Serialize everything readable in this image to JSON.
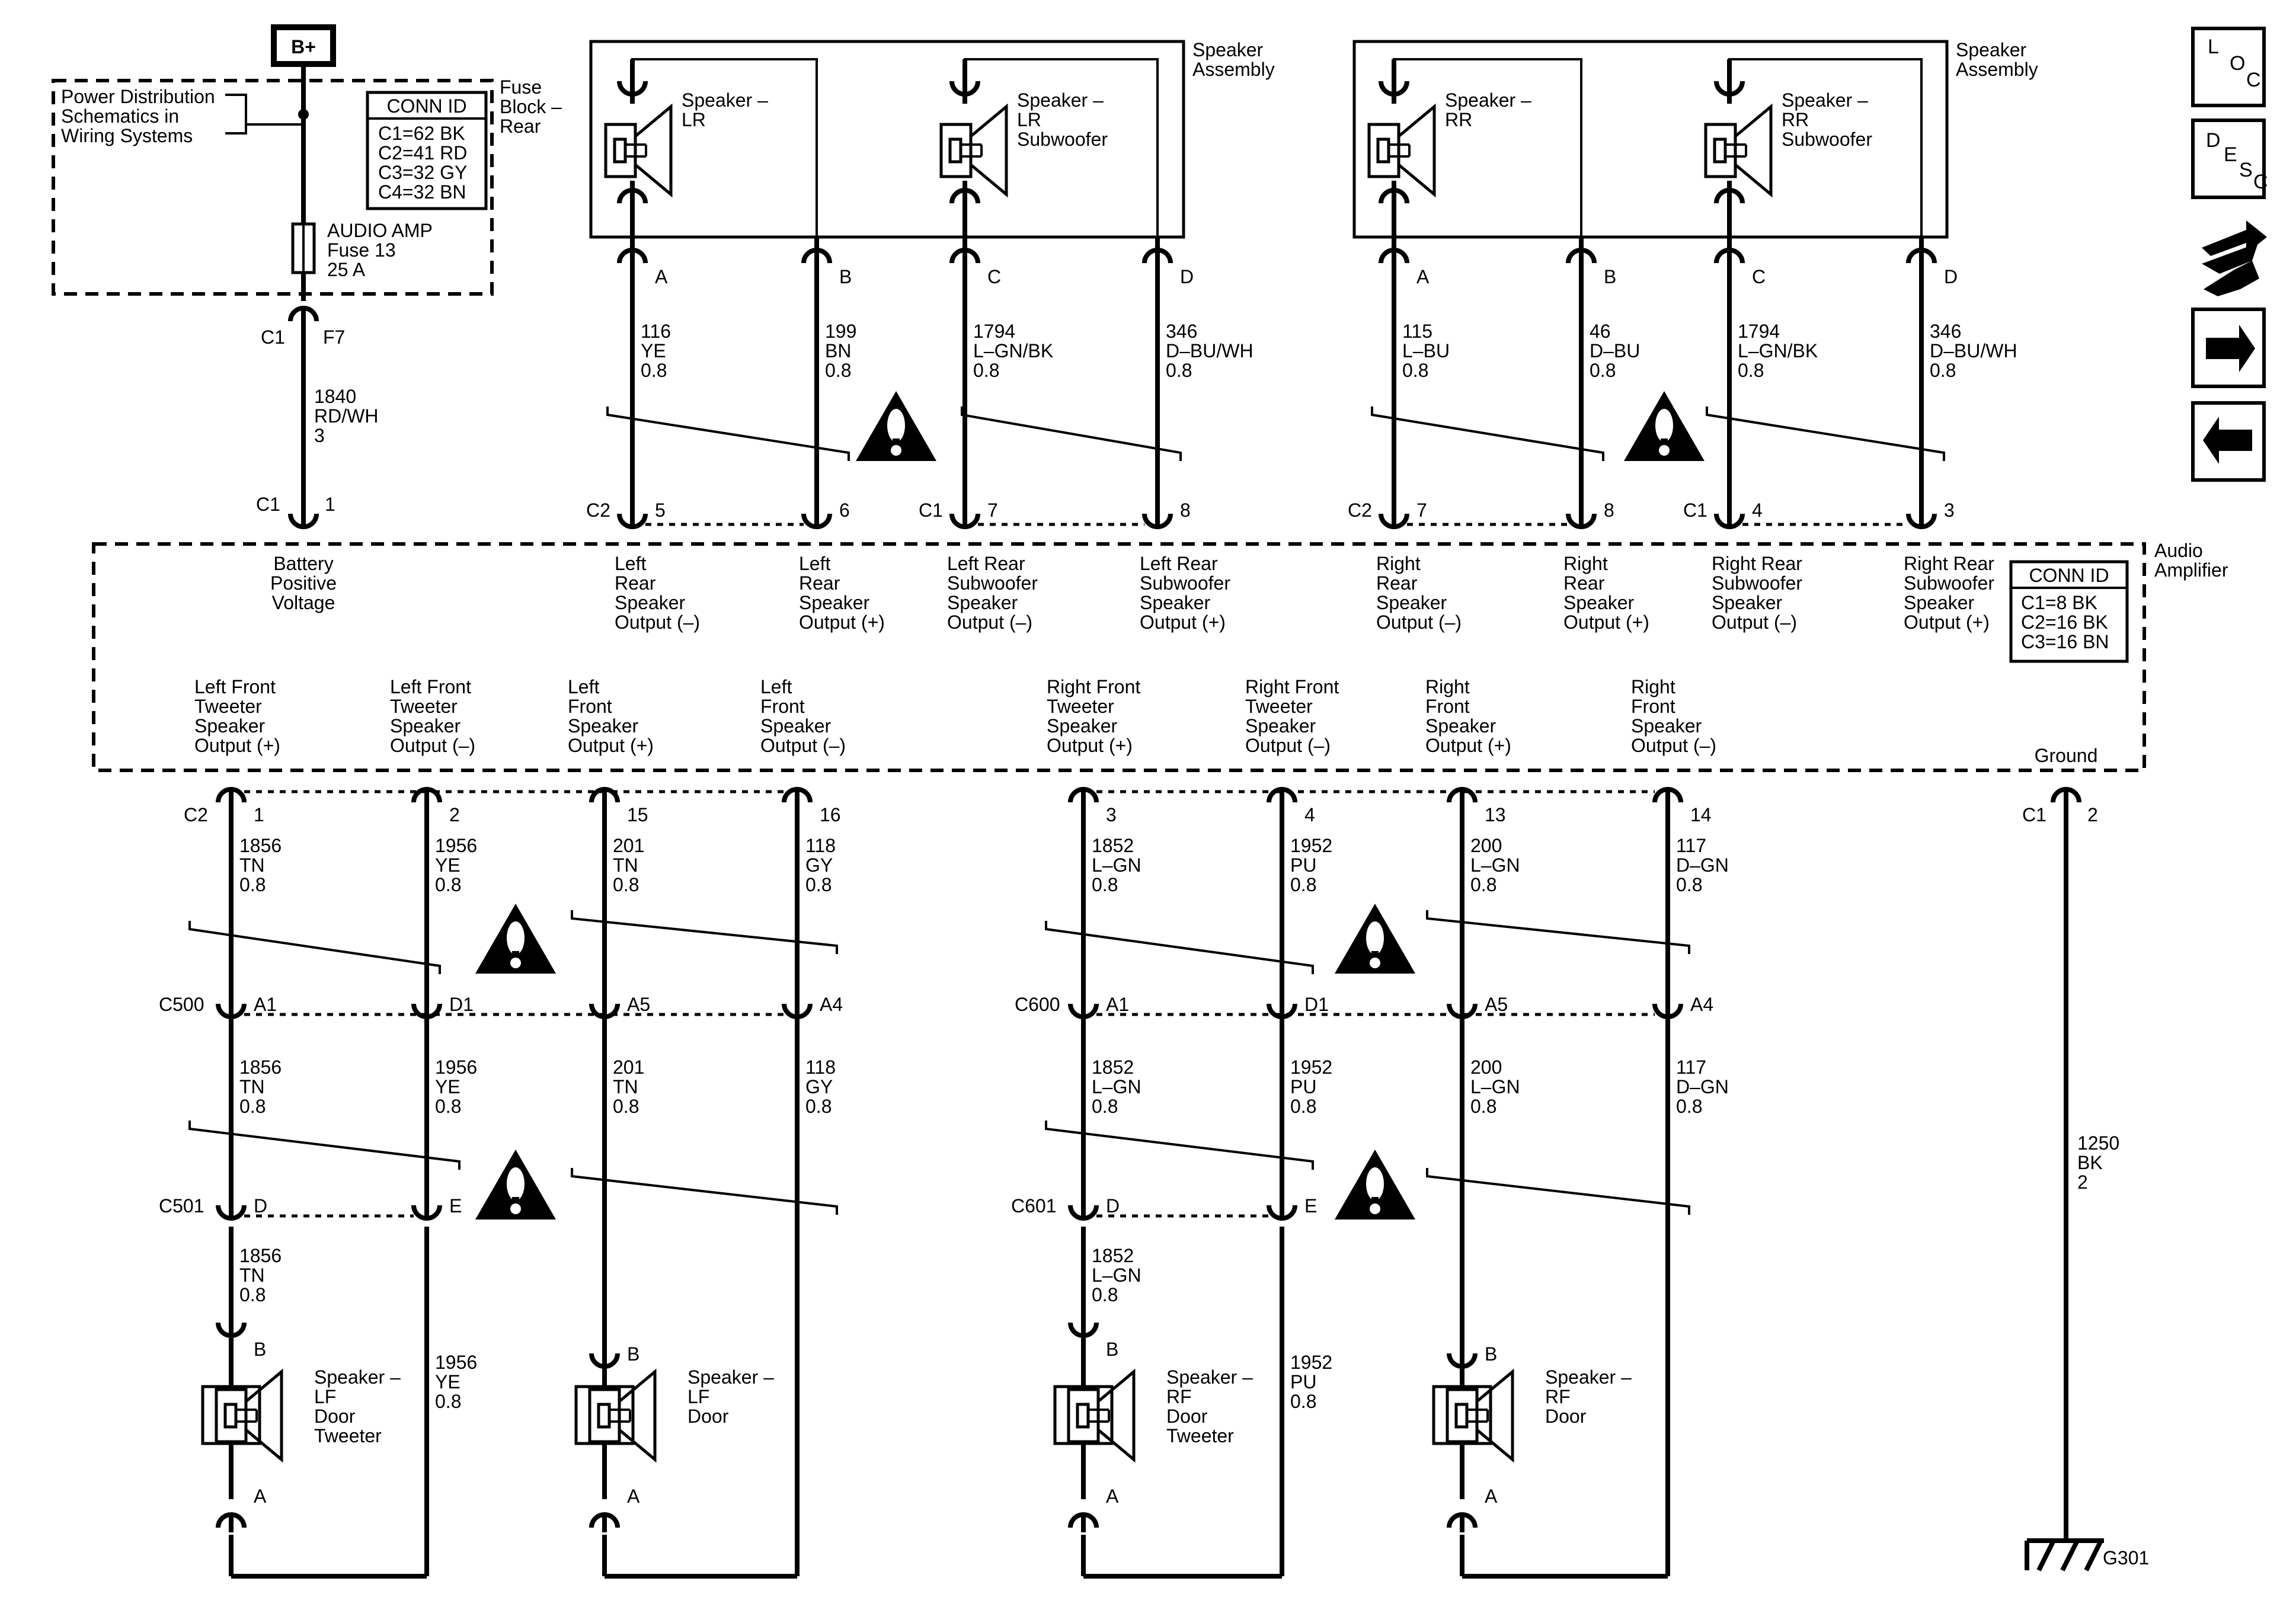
{
  "top": {
    "b_plus": "B+",
    "fuse_block_ref": [
      "Power Distribution",
      "Schematics in",
      "Wiring Systems"
    ],
    "fuse_block_name": [
      "Fuse",
      "Block –",
      "Rear"
    ],
    "fuse_conn": {
      "title": "CONN ID",
      "rows": [
        "C1=62 BK",
        "C2=41 RD",
        "C3=32 GY",
        "C4=32 BN"
      ]
    },
    "fuse": [
      "AUDIO AMP",
      "Fuse 13",
      "25 A"
    ],
    "fuse_pin": {
      "conn": "C1",
      "pin": "F7"
    },
    "fuse_wire": [
      "1840",
      "RD/WH",
      "3"
    ],
    "amp_c1_pin": {
      "conn": "C1",
      "pin": "1"
    }
  },
  "left_rear": {
    "assembly": [
      "Speaker",
      "Assembly"
    ],
    "spk1": [
      "Speaker –",
      "LR"
    ],
    "spk2": [
      "Speaker –",
      "LR",
      "Subwoofer"
    ],
    "pins": [
      "A",
      "B",
      "C",
      "D"
    ],
    "wires": [
      [
        "116",
        "YE",
        "0.8"
      ],
      [
        "199",
        "BN",
        "0.8"
      ],
      [
        "1794",
        "L–GN/BK",
        "0.8"
      ],
      [
        "346",
        "D–BU/WH",
        "0.8"
      ]
    ],
    "amp_pins": [
      {
        "conn": "C2",
        "pin": "5"
      },
      {
        "pin": "6"
      },
      {
        "conn": "C1",
        "pin": "7"
      },
      {
        "pin": "8"
      }
    ],
    "outputs": [
      [
        "Left",
        "Rear",
        "Speaker",
        "Output (–)"
      ],
      [
        "Left",
        "Rear",
        "Speaker",
        "Output (+)"
      ],
      [
        "Left Rear",
        "Subwoofer",
        "Speaker",
        "Output (–)"
      ],
      [
        "Left Rear",
        "Subwoofer",
        "Speaker",
        "Output (+)"
      ]
    ]
  },
  "right_rear": {
    "assembly": [
      "Speaker",
      "Assembly"
    ],
    "spk1": [
      "Speaker –",
      "RR"
    ],
    "spk2": [
      "Speaker –",
      "RR",
      "Subwoofer"
    ],
    "pins": [
      "A",
      "B",
      "C",
      "D"
    ],
    "wires": [
      [
        "115",
        "L–BU",
        "0.8"
      ],
      [
        "46",
        "D–BU",
        "0.8"
      ],
      [
        "1794",
        "L–GN/BK",
        "0.8"
      ],
      [
        "346",
        "D–BU/WH",
        "0.8"
      ]
    ],
    "amp_pins": [
      {
        "conn": "C2",
        "pin": "7"
      },
      {
        "pin": "8"
      },
      {
        "conn": "C1",
        "pin": "4"
      },
      {
        "pin": "3"
      }
    ],
    "outputs": [
      [
        "Right",
        "Rear",
        "Speaker",
        "Output (–)"
      ],
      [
        "Right",
        "Rear",
        "Speaker",
        "Output (+)"
      ],
      [
        "Right Rear",
        "Subwoofer",
        "Speaker",
        "Output (–)"
      ],
      [
        "Right Rear",
        "Subwoofer",
        "Speaker",
        "Output (+)"
      ]
    ]
  },
  "amplifier": {
    "name": [
      "Audio",
      "Amplifier"
    ],
    "battery": [
      "Battery",
      "Positive",
      "Voltage"
    ],
    "conn": {
      "title": "CONN ID",
      "rows": [
        "C1=8 BK",
        "C2=16 BK",
        "C3=16 BN"
      ]
    },
    "ground": "Ground",
    "front_outputs": [
      [
        "Left Front",
        "Tweeter",
        "Speaker",
        "Output (+)"
      ],
      [
        "Left Front",
        "Tweeter",
        "Speaker",
        "Output (–)"
      ],
      [
        "Left",
        "Front",
        "Speaker",
        "Output (+)"
      ],
      [
        "Left",
        "Front",
        "Speaker",
        "Output (–)"
      ],
      [
        "Right Front",
        "Tweeter",
        "Speaker",
        "Output (+)"
      ],
      [
        "Right Front",
        "Tweeter",
        "Speaker",
        "Output (–)"
      ],
      [
        "Right",
        "Front",
        "Speaker",
        "Output (+)"
      ],
      [
        "Right",
        "Front",
        "Speaker",
        "Output (–)"
      ]
    ]
  },
  "front": {
    "c2_label": "C2",
    "pins": [
      "1",
      "2",
      "15",
      "16",
      "3",
      "4",
      "13",
      "14"
    ],
    "wires_upper": [
      [
        "1856",
        "TN",
        "0.8"
      ],
      [
        "1956",
        "YE",
        "0.8"
      ],
      [
        "201",
        "TN",
        "0.8"
      ],
      [
        "118",
        "GY",
        "0.8"
      ],
      [
        "1852",
        "L–GN",
        "0.8"
      ],
      [
        "1952",
        "PU",
        "0.8"
      ],
      [
        "200",
        "L–GN",
        "0.8"
      ],
      [
        "117",
        "D–GN",
        "0.8"
      ]
    ],
    "mid_conn": [
      "C500",
      "C600"
    ],
    "mid_pins": [
      "A1",
      "D1",
      "A5",
      "A4",
      "A1",
      "D1",
      "A5",
      "A4"
    ],
    "wires_lower": [
      [
        "1856",
        "TN",
        "0.8"
      ],
      [
        "1956",
        "YE",
        "0.8"
      ],
      [
        "201",
        "TN",
        "0.8"
      ],
      [
        "118",
        "GY",
        "0.8"
      ],
      [
        "1852",
        "L–GN",
        "0.8"
      ],
      [
        "1952",
        "PU",
        "0.8"
      ],
      [
        "200",
        "L–GN",
        "0.8"
      ],
      [
        "117",
        "D–GN",
        "0.8"
      ]
    ],
    "door_conn": [
      "C501",
      "C601"
    ],
    "door_pins": [
      "D",
      "E",
      "D",
      "E"
    ],
    "tweeter_wires": [
      [
        "1856",
        "TN",
        "0.8"
      ],
      [
        "1852",
        "L–GN",
        "0.8"
      ]
    ],
    "return_wires": [
      [
        "1956",
        "YE",
        "0.8"
      ],
      [
        "1952",
        "PU",
        "0.8"
      ]
    ],
    "speakers": [
      [
        "Speaker –",
        "LF",
        "Door",
        "Tweeter"
      ],
      [
        "Speaker –",
        "LF",
        "Door"
      ],
      [
        "Speaker –",
        "RF",
        "Door",
        "Tweeter"
      ],
      [
        "Speaker –",
        "RF",
        "Door"
      ]
    ],
    "spk_pins": [
      "B",
      "A"
    ]
  },
  "ground": {
    "conn": "C1",
    "pin": "2",
    "wire": [
      "1250",
      "BK",
      "2"
    ],
    "name": "G301"
  },
  "nav": {
    "loc": [
      "L",
      "O",
      "C"
    ],
    "desc": [
      "D",
      "E",
      "S",
      "C"
    ]
  }
}
